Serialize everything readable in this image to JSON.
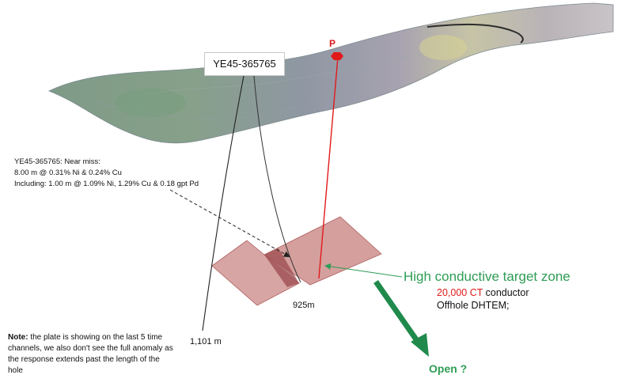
{
  "hole_label": "YE45-365765",
  "collar_marker": "P",
  "annotation": {
    "line1": "YE45-365765: Near miss:",
    "line2": "8.00 m @ 0.31% Ni & 0.24% Cu",
    "line3": "Including: 1.00 m @ 1.09% Ni, 1.29% Cu & 0.18 gpt Pd"
  },
  "depths": {
    "d925": "925m",
    "d1101": "1,101 m"
  },
  "target": {
    "title": "High conductive target zone",
    "ct_value": "20,000 CT",
    "ct_suffix": " conductor",
    "method": "Offhole DHTEM;"
  },
  "open_label": "Open ?",
  "note": {
    "bold": "Note:",
    "text": " the plate is showing on the last 5 time channels, we also don't see the full anomaly as the response extends past the length of the hole"
  },
  "colors": {
    "plate_fill": "#c98784",
    "plate_stroke": "#b06060",
    "drill_trace_red": "#e01a1a",
    "target_green": "#2e9d55",
    "surface_base": "#8e9aa0"
  },
  "icons": [
    "collar-marker-icon",
    "arrow-icon"
  ]
}
